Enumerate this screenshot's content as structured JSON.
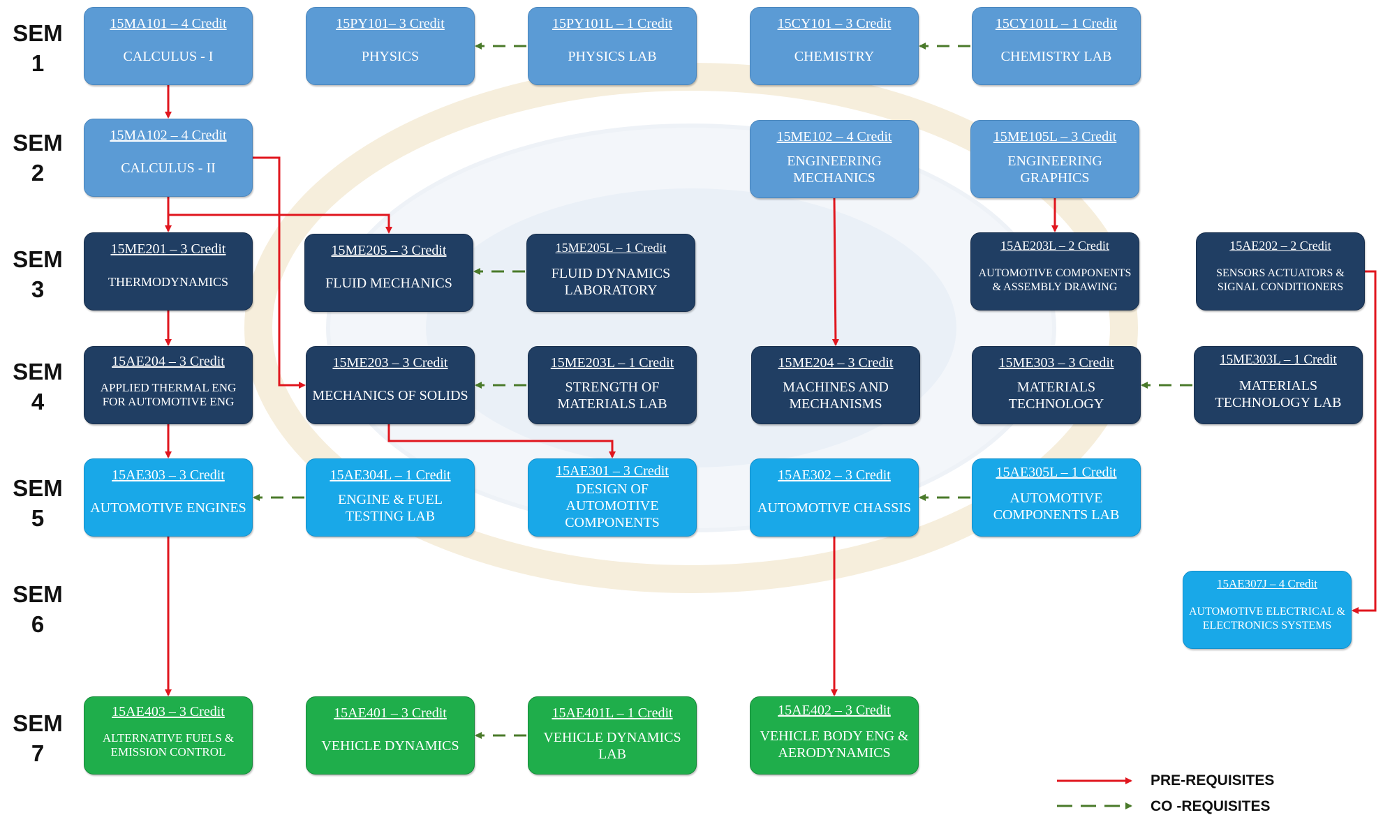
{
  "semesters": [
    {
      "top": "SEM",
      "bottom": "1"
    },
    {
      "top": "SEM",
      "bottom": "2"
    },
    {
      "top": "SEM",
      "bottom": "3"
    },
    {
      "top": "SEM",
      "bottom": "4"
    },
    {
      "top": "SEM",
      "bottom": "5"
    },
    {
      "top": "SEM",
      "bottom": "6"
    },
    {
      "top": "SEM",
      "bottom": "7"
    }
  ],
  "colors": {
    "prerequisite_arrow": "#e0161e",
    "corequisite_arrow": "#4a7a2a",
    "sem1_2": "#5b9bd5",
    "sem3_4": "#203e63",
    "sem5_6": "#19a8e8",
    "sem7": "#1fae4b"
  },
  "courses": {
    "ma101": {
      "code": "15MA101 – 4 Credit",
      "title": "CALCULUS - I"
    },
    "py101": {
      "code": "15PY101– 3 Credit",
      "title": "PHYSICS"
    },
    "py101l": {
      "code": "15PY101L – 1 Credit",
      "title": "PHYSICS LAB"
    },
    "cy101": {
      "code": "15CY101 – 3 Credit",
      "title": "CHEMISTRY"
    },
    "cy101l": {
      "code": "15CY101L – 1 Credit",
      "title": "CHEMISTRY LAB"
    },
    "ma102": {
      "code": "15MA102 – 4 Credit",
      "title": "CALCULUS - II"
    },
    "me102": {
      "code": "15ME102 – 4 Credit",
      "title": "ENGINEERING MECHANICS"
    },
    "me105l": {
      "code": "15ME105L – 3 Credit",
      "title": "ENGINEERING GRAPHICS"
    },
    "me201": {
      "code": "15ME201 – 3 Credit",
      "title": "THERMODYNAMICS"
    },
    "me205": {
      "code": "15ME205 – 3 Credit",
      "title": "FLUID MECHANICS"
    },
    "me205l": {
      "code": "15ME205L – 1 Credit",
      "title": "FLUID DYNAMICS LABORATORY"
    },
    "ae203l": {
      "code": "15AE203L – 2 Credit",
      "title": "AUTOMOTIVE COMPONENTS & ASSEMBLY DRAWING"
    },
    "ae202": {
      "code": "15AE202 – 2 Credit",
      "title": "SENSORS ACTUATORS & SIGNAL CONDITIONERS"
    },
    "ae204": {
      "code": "15AE204 – 3 Credit",
      "title": "APPLIED THERMAL ENG FOR AUTOMOTIVE ENG"
    },
    "me203": {
      "code": "15ME203 – 3 Credit",
      "title": "MECHANICS OF SOLIDS"
    },
    "me203l": {
      "code": "15ME203L – 1 Credit",
      "title": "STRENGTH OF MATERIALS LAB"
    },
    "me204": {
      "code": "15ME204 – 3 Credit",
      "title": "MACHINES AND MECHANISMS"
    },
    "me303": {
      "code": "15ME303 – 3 Credit",
      "title": "MATERIALS TECHNOLOGY"
    },
    "me303l": {
      "code": "15ME303L – 1 Credit",
      "title": "MATERIALS TECHNOLOGY LAB"
    },
    "ae303": {
      "code": "15AE303 – 3 Credit",
      "title": "AUTOMOTIVE ENGINES"
    },
    "ae304l": {
      "code": "15AE304L – 1 Credit",
      "title": "ENGINE & FUEL TESTING LAB"
    },
    "ae301": {
      "code": "15AE301 – 3 Credit",
      "title": "DESIGN OF AUTOMOTIVE COMPONENTS"
    },
    "ae302": {
      "code": "15AE302 – 3 Credit",
      "title": "AUTOMOTIVE CHASSIS"
    },
    "ae305l": {
      "code": "15AE305L – 1 Credit",
      "title": "AUTOMOTIVE COMPONENTS LAB"
    },
    "ae307j": {
      "code": "15AE307J – 4 Credit",
      "title": "AUTOMOTIVE ELECTRICAL & ELECTRONICS SYSTEMS"
    },
    "ae403": {
      "code": "15AE403 – 3 Credit",
      "title": "ALTERNATIVE FUELS & EMISSION CONTROL"
    },
    "ae401": {
      "code": "15AE401 – 3 Credit",
      "title": "VEHICLE DYNAMICS"
    },
    "ae401l": {
      "code": "15AE401L – 1 Credit",
      "title": "VEHICLE DYNAMICS LAB"
    },
    "ae402": {
      "code": "15AE402 – 3 Credit",
      "title": "VEHICLE BODY ENG & AERODYNAMICS"
    }
  },
  "legend": {
    "prerequisites": "PRE-REQUISITES",
    "corequisites": "CO -REQUISITES"
  }
}
